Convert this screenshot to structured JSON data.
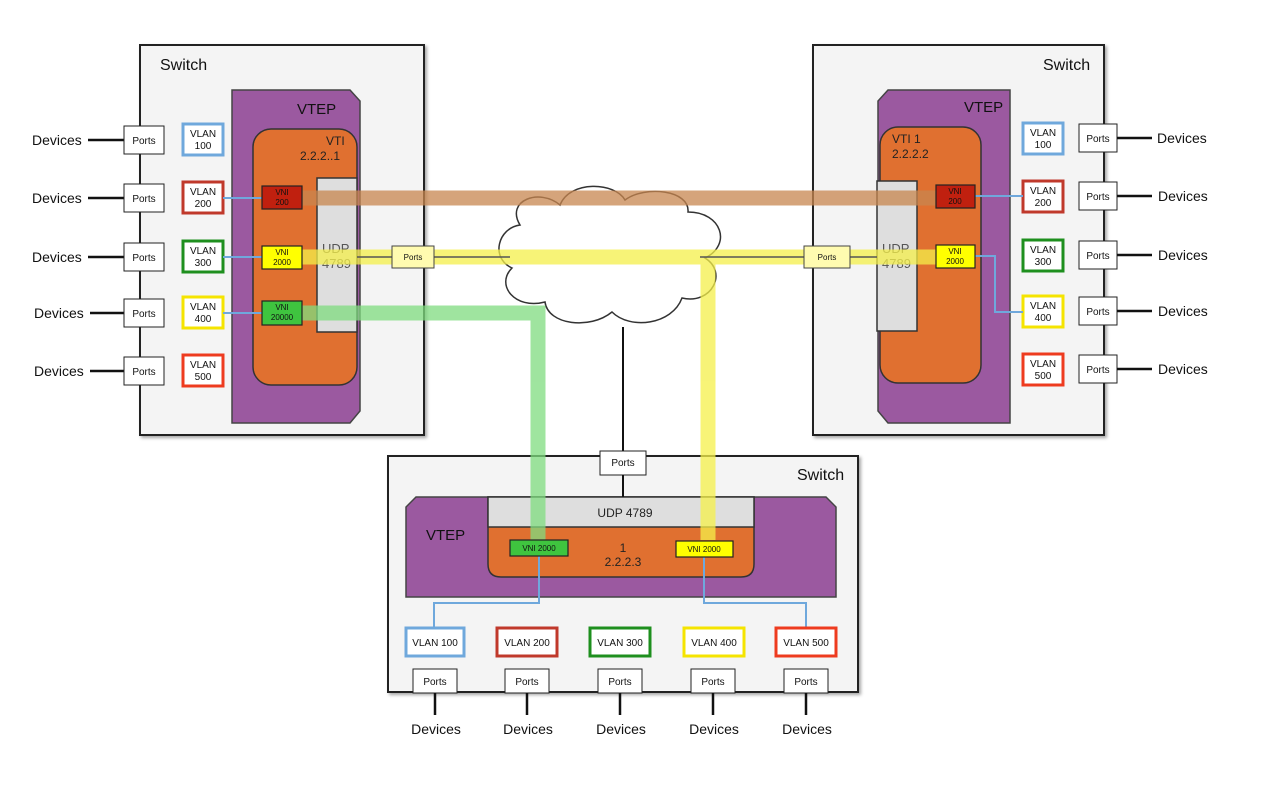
{
  "switch_label": "Switch",
  "vtep_label": "VTEP",
  "devices_label": "Devices",
  "ports_label": "Ports",
  "left": {
    "vti_line1": "VTI",
    "vti_line2": "2.2.2..1",
    "udp_line1": "UDP",
    "udp_line2": "4789",
    "vlans": [
      {
        "line1": "VLAN",
        "line2": "100",
        "color": "#6fa8dc"
      },
      {
        "line1": "VLAN",
        "line2": "200",
        "color": "#c0392b"
      },
      {
        "line1": "VLAN",
        "line2": "300",
        "color": "#1e8f1e"
      },
      {
        "line1": "VLAN",
        "line2": "400",
        "color": "#f5e400"
      },
      {
        "line1": "VLAN",
        "line2": "500",
        "color": "#ee3b1f"
      }
    ],
    "vnis": [
      {
        "line1": "VNI",
        "line2": "200",
        "fill": "#c0200f"
      },
      {
        "line1": "VNI",
        "line2": "2000",
        "fill": "#ffff00"
      },
      {
        "line1": "VNI",
        "line2": "20000",
        "fill": "#3fc43f"
      }
    ]
  },
  "right": {
    "vti_line1": "VTI 1",
    "vti_line2": "2.2.2.2",
    "udp_line1": "UDP",
    "udp_line2": "4789",
    "vlans": [
      {
        "line1": "VLAN",
        "line2": "100",
        "color": "#6fa8dc"
      },
      {
        "line1": "VLAN",
        "line2": "200",
        "color": "#c0392b"
      },
      {
        "line1": "VLAN",
        "line2": "300",
        "color": "#1e8f1e"
      },
      {
        "line1": "VLAN",
        "line2": "400",
        "color": "#f5e400"
      },
      {
        "line1": "VLAN",
        "line2": "500",
        "color": "#ee3b1f"
      }
    ],
    "vnis": [
      {
        "line1": "VNI",
        "line2": "200",
        "fill": "#c0200f"
      },
      {
        "line1": "VNI",
        "line2": "2000",
        "fill": "#ffff00"
      }
    ]
  },
  "bottom": {
    "udp_label": "UDP 4789",
    "vti_line1": "1",
    "vti_line2": "2.2.2.3",
    "vnis": [
      {
        "label": "VNI 2000",
        "fill": "#3fc43f"
      },
      {
        "label": "VNI 2000",
        "fill": "#ffff00"
      }
    ],
    "vlans": [
      {
        "label": "VLAN 100",
        "color": "#6fa8dc"
      },
      {
        "label": "VLAN 200",
        "color": "#c0392b"
      },
      {
        "label": "VLAN 300",
        "color": "#1e8f1e"
      },
      {
        "label": "VLAN 400",
        "color": "#f5e400"
      },
      {
        "label": "VLAN 500",
        "color": "#ee3b1f"
      }
    ]
  },
  "colors": {
    "switch_bg": "#f4f4f4",
    "vtep": "#9b59a0",
    "vti": "#e07030",
    "udp": "#dedede",
    "tunnel_brown": "#c8864f",
    "tunnel_yellow": "#f5f04a",
    "tunnel_green": "#7fdc7f",
    "link_blue": "#6fa8dc"
  }
}
